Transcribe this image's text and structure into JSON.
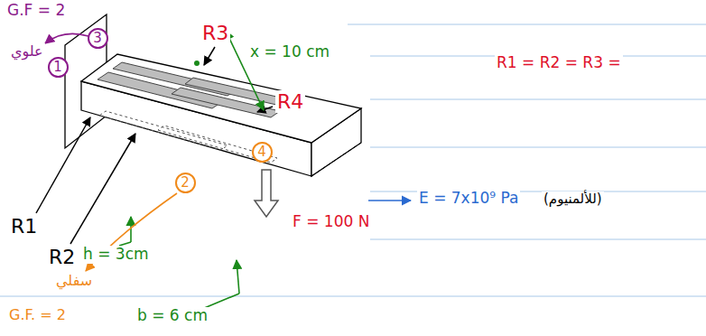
{
  "diagram": {
    "nodes": [
      {
        "text": [
          "3"
        ]
      },
      {
        "text": [
          "1"
        ]
      },
      {
        "text": [
          "4"
        ]
      },
      {
        "text": [
          "2"
        ]
      }
    ],
    "labels": [
      "G.F = 2",
      "علوي",
      "R3",
      "R4",
      "R1",
      "R2",
      "سفلي",
      "G.F. = 2",
      "x = 10 cm",
      "R1 = R2 = R3 =",
      "E = 7x10⁹ Pa",
      "(للألمنيوم)",
      "F = 100 N",
      "h = 3cm",
      "b = 6 cm"
    ]
  }
}
